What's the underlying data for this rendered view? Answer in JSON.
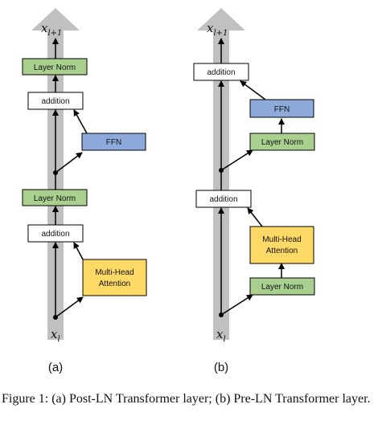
{
  "colors": {
    "highway": "#c0c0c0",
    "layer_norm": "#a9d08e",
    "ffn": "#8eaadb",
    "attention": "#ffd966",
    "addition": "#ffffff",
    "stroke": "#000000"
  },
  "diagram_a": {
    "input_var": "x",
    "input_sub": "l",
    "output_var": "x",
    "output_sub": "l+1",
    "panel_label": "(a)",
    "boxes": {
      "attention_line1": "Multi-Head",
      "attention_line2": "Attention",
      "addition_1": "addition",
      "layer_norm_1": "Layer Norm",
      "ffn": "FFN",
      "addition_2": "addition",
      "layer_norm_2": "Layer Norm"
    }
  },
  "diagram_b": {
    "input_var": "x",
    "input_sub": "l",
    "output_var": "x",
    "output_sub": "l+1",
    "panel_label": "(b)",
    "boxes": {
      "layer_norm_1": "Layer Norm",
      "attention_line1": "Multi-Head",
      "attention_line2": "Attention",
      "addition_1": "addition",
      "layer_norm_2": "Layer Norm",
      "ffn": "FFN",
      "addition_2": "addition"
    }
  },
  "caption": "Figure 1: (a) Post-LN Transformer layer; (b) Pre-LN Transformer layer."
}
